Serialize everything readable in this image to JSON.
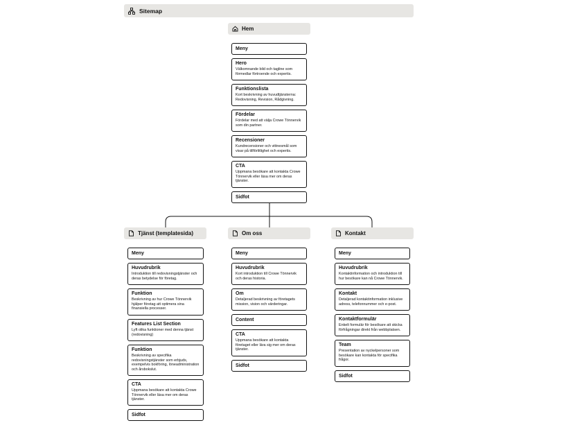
{
  "sitemap_title": "Sitemap",
  "icons": {
    "sitemap": "sitemap-icon",
    "home": "home-icon",
    "page": "page-icon"
  },
  "hem": {
    "title": "Hem",
    "items": [
      {
        "title": "Meny"
      },
      {
        "title": "Hero",
        "desc": "Välkomnande bild och tagline som förmedlar förtroende och expertis."
      },
      {
        "title": "Funktionslista",
        "desc": "Kort beskrivning av huvudtjänsterna: Redovisning, Revision, Rådgivning."
      },
      {
        "title": "Fördelar",
        "desc": "Fördelar med att välja Crowe Tönnervik som din partner."
      },
      {
        "title": "Recensioner",
        "desc": "Kundrecensioner och vittnesmål som visar på tillförlitlighet och expertis."
      },
      {
        "title": "CTA",
        "desc": "Uppmana besökare att kontakta Crowe Tönnervik eller läsa mer om deras tjänster."
      },
      {
        "title": "Sidfot"
      }
    ]
  },
  "tjanst": {
    "title": "Tjänst (templatesida)",
    "items": [
      {
        "title": "Meny"
      },
      {
        "title": "Huvudrubrik",
        "desc": "Introduktion till redovisningstjänster och deras betydelse för företag."
      },
      {
        "title": "Funktion",
        "desc": "Beskrivning av hur Crowe Tönnervik hjälper företag att optimera sina finansiella processer."
      },
      {
        "title": "Features List Section",
        "desc": "Lyft olika funktioner med denna tjänst (redovisning)"
      },
      {
        "title": "Funktion",
        "desc": "Beskrivning av specifika redovisningstjänster som erbjuds, exempelvis bokföring, löneadministration och årsbokslut."
      },
      {
        "title": "CTA",
        "desc": "Uppmana besökare att kontakta Crowe Tönnervik eller läsa mer om deras tjänster."
      },
      {
        "title": "Sidfot"
      }
    ]
  },
  "omoss": {
    "title": "Om oss",
    "items": [
      {
        "title": "Meny"
      },
      {
        "title": "Huvudrubrik",
        "desc": "Kort introduktion till Crowe Tönnervik och deras historia."
      },
      {
        "title": "Om",
        "desc": "Detaljerad beskrivning av företagets mission, vision och värderingar."
      },
      {
        "title": "Content"
      },
      {
        "title": "CTA",
        "desc": "Uppmana besökare att kontakta företaget eller lära sig mer om deras tjänster."
      },
      {
        "title": "Sidfot"
      }
    ]
  },
  "kontakt": {
    "title": "Kontakt",
    "items": [
      {
        "title": "Meny"
      },
      {
        "title": "Huvudrubrik",
        "desc": "Kontaktinformation och introduktion till hur besökare kan nå Crowe Tönnervik."
      },
      {
        "title": "Kontakt",
        "desc": "Detaljerad kontaktinformation inklusive adress, telefonnummer och e-post."
      },
      {
        "title": "Kontaktformulär",
        "desc": "Enkelt formulär för besökare att skicka förfrågningar direkt från webbplatsen."
      },
      {
        "title": "Team",
        "desc": "Presentation av nyckelpersoner som besökare kan kontakta för specifika frågor."
      },
      {
        "title": "Sidfot"
      }
    ]
  }
}
